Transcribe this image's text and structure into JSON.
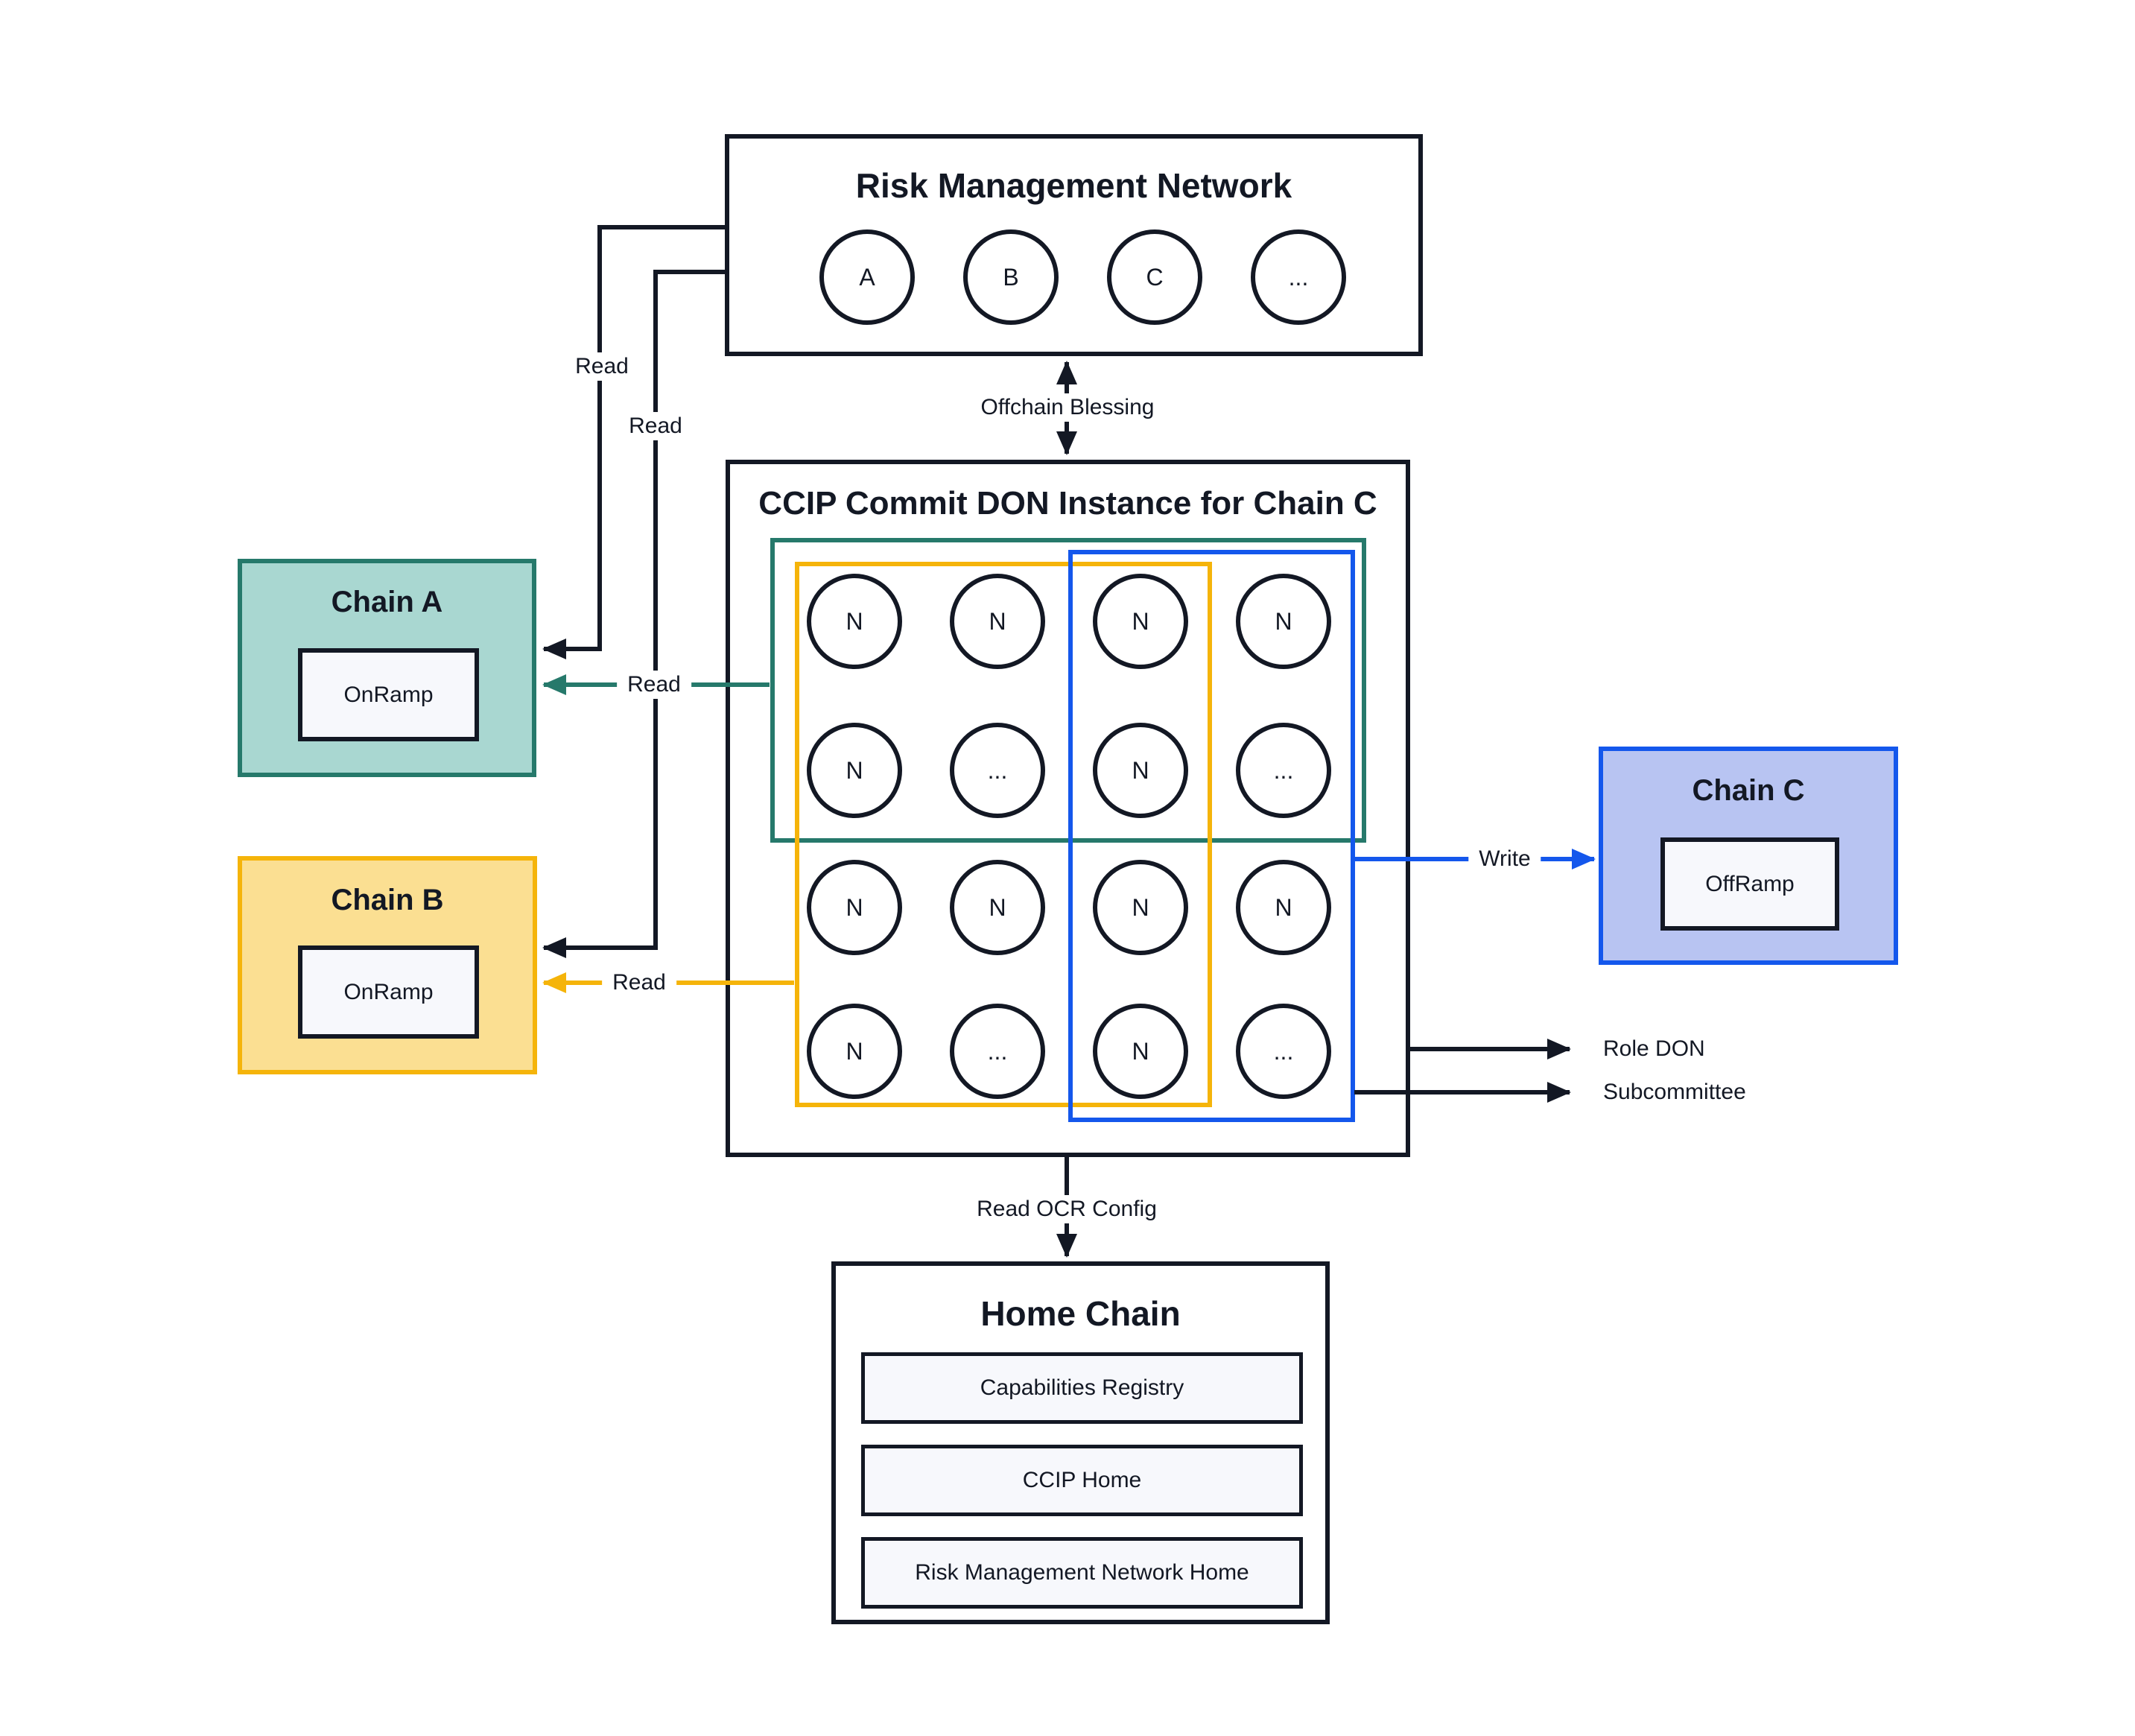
{
  "palette": {
    "ink": "#131824",
    "teal": "#26796b",
    "teal_fill": "#a9d7d1",
    "amber": "#f5b40a",
    "amber_fill": "#fbdf92",
    "blue": "#1457ec",
    "blue_fill": "#b8c4f2",
    "panel_fill": "#f7f8fc",
    "bg": "#ffffff"
  },
  "rmn": {
    "title": "Risk Management Network",
    "nodes": [
      "A",
      "B",
      "C",
      "..."
    ]
  },
  "don": {
    "title": "CCIP Commit DON Instance for Chain C",
    "cells": [
      "N",
      "N",
      "N",
      "N",
      "N",
      "...",
      "N",
      "...",
      "N",
      "N",
      "N",
      "N",
      "N",
      "...",
      "N",
      "..."
    ]
  },
  "chain_a": {
    "title": "Chain A",
    "contract": "OnRamp"
  },
  "chain_b": {
    "title": "Chain B",
    "contract": "OnRamp"
  },
  "chain_c": {
    "title": "Chain C",
    "contract": "OffRamp"
  },
  "home_chain": {
    "title": "Home Chain",
    "contracts": [
      "Capabilities Registry",
      "CCIP Home",
      "Risk Management Network Home"
    ]
  },
  "labels": {
    "read_rmn_a": "Read",
    "read_rmn_b": "Read",
    "read_don_a": "Read",
    "read_don_b": "Read",
    "write": "Write",
    "offchain_blessing": "Offchain Blessing",
    "read_ocr_config": "Read OCR Config",
    "role_don": "Role DON",
    "subcommittee": "Subcommittee"
  }
}
